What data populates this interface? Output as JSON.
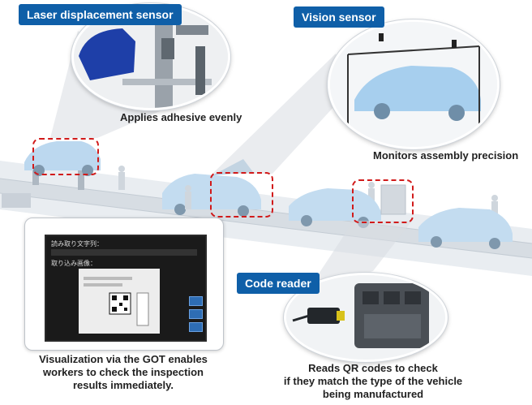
{
  "labels": {
    "laser_sensor": "Laser displacement sensor",
    "vision_sensor": "Vision sensor",
    "code_reader": "Code reader"
  },
  "captions": {
    "adhesive": "Applies adhesive evenly",
    "assembly": "Monitors assembly precision",
    "got_lines": [
      "Visualization via the GOT enables",
      "workers to check the inspection",
      "results immediately."
    ],
    "qr_lines": [
      "Reads QR codes to check",
      "if they match the type of the vehicle",
      "being manufactured"
    ]
  },
  "got_screen": {
    "title": "読み取り文字列：",
    "field_label": "取り込み画像："
  },
  "colors": {
    "tag_bg": "#0f5fa8",
    "highlight": "#d11a1a",
    "car": "#bcd8ef",
    "floor": "#e6eaee"
  }
}
